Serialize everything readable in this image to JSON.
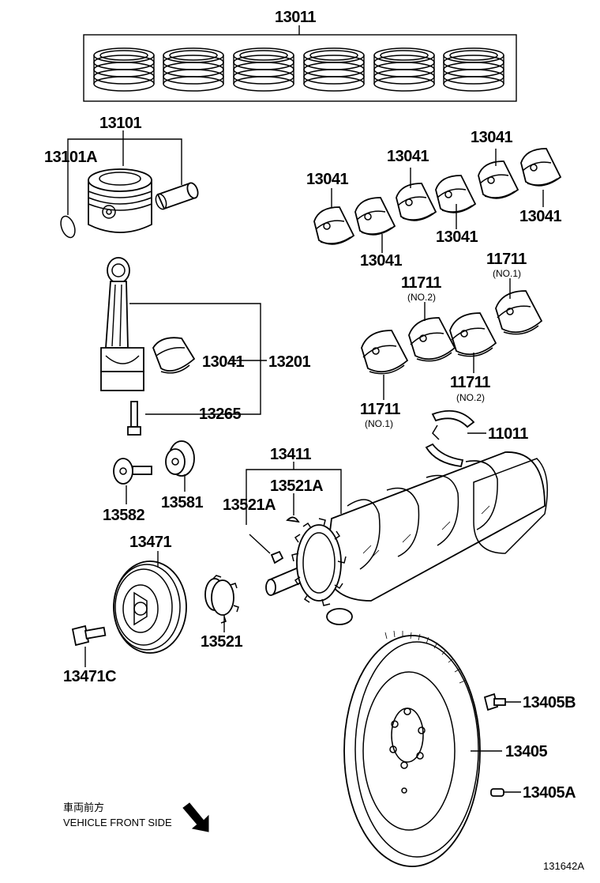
{
  "labels": {
    "p13011": "13011",
    "p13101": "13101",
    "p13101A": "13101A",
    "p13041_a": "13041",
    "p13041_b": "13041",
    "p13041_c": "13041",
    "p13041_d": "13041",
    "p13041_e": "13041",
    "p13041_f": "13041",
    "p13041_g": "13041",
    "p11711_a": "11711",
    "p11711_a_sub": "(NO.1)",
    "p11711_b": "11711",
    "p11711_b_sub": "(NO.2)",
    "p11711_c": "11711",
    "p11711_c_sub": "(NO.2)",
    "p11711_d": "11711",
    "p11711_d_sub": "(NO.1)",
    "p13201": "13201",
    "p13265": "13265",
    "p11011": "11011",
    "p13411": "13411",
    "p13521A_a": "13521A",
    "p13521A_b": "13521A",
    "p13582": "13582",
    "p13581": "13581",
    "p13471": "13471",
    "p13521": "13521",
    "p13471C": "13471C",
    "p13405B": "13405B",
    "p13405": "13405",
    "p13405A": "13405A"
  },
  "note": {
    "jp": "車両前方",
    "en": "VEHICLE FRONT SIDE"
  },
  "diagram_id": "131642A"
}
